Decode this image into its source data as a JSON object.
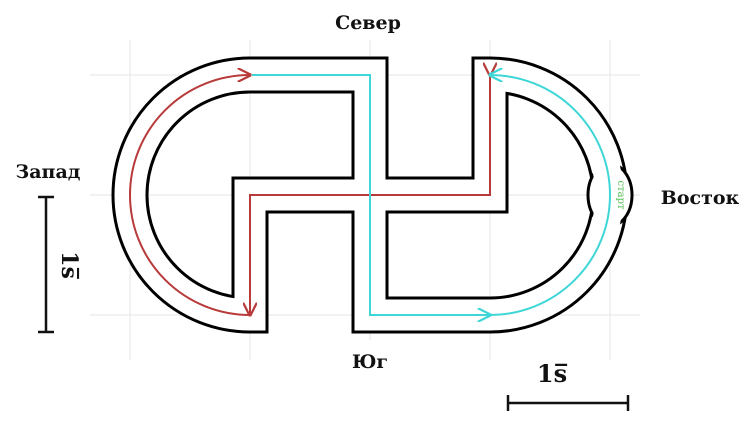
{
  "directions": {
    "north": "Север",
    "south": "Юг",
    "west": "Запад",
    "east": "Восток"
  },
  "start_label": "старт",
  "scale": {
    "vertical_label": "1ѕ̅",
    "horizontal_label": "1ѕ̅"
  },
  "colors": {
    "track_outline": "#000000",
    "route_west": "#b83a3a",
    "route_east": "#3ed6d6",
    "start_text": "#4fbf4f",
    "grid": "#e4e4e4"
  }
}
